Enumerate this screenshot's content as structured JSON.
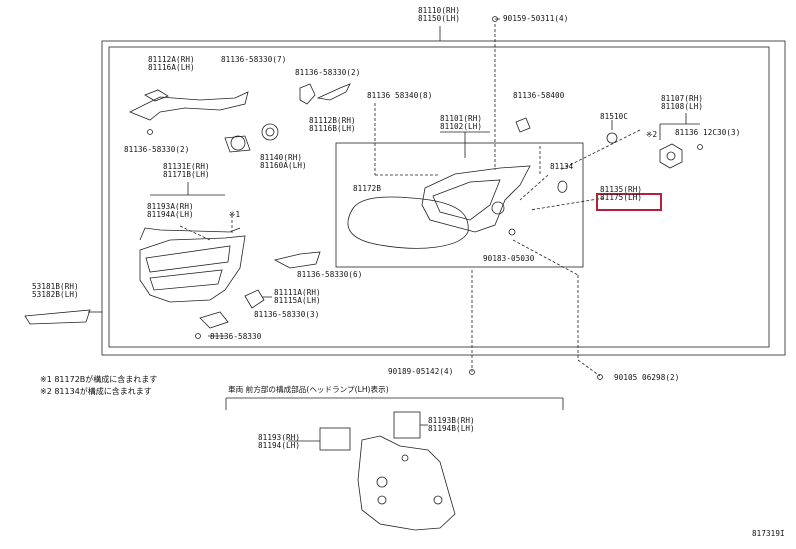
{
  "labels": {
    "p81110": "81110(RH)",
    "p81150": "81150(LH)",
    "p90159": "90159-50311(4)",
    "p81112a": "81112A(RH)",
    "p81116a": "81116A(LH)",
    "p81136_7": "81136-58330(7)",
    "p81136_2a": "81136-58330(2)",
    "p81136_8": "81136 58340(8)",
    "p81136_58400": "81136-58400",
    "p81107": "81107(RH)",
    "p81108": "81108(LH)",
    "p81510c": "81510C",
    "p81112b": "81112B(RH)",
    "p81116b": "81116B(LH)",
    "p81101": "81101(RH)",
    "p81102": "81102(LH)",
    "p81136_2b": "81136-58330(2)",
    "p81140": "81140(RH)",
    "p81160a": "81160A(LH)",
    "pmark2": "※2",
    "p81136_12c30": "81136  12C30(3)",
    "p81131e": "81131E(RH)",
    "p81171b": "81171B(LH)",
    "p81172b": "81172B",
    "p81134": "81134",
    "p81135": "81135(RH)",
    "p81175": "81175(LH)",
    "p81193a": "81193A(RH)",
    "p81194a": "81194A(LH)",
    "pmark1": "※1",
    "p90183": "90183-05030",
    "p81136_6": "81136-58330(6)",
    "p53181b": "53181B(RH)",
    "p53182b": "53182B(LH)",
    "p81111a": "81111A(RH)",
    "p81115a": "81115A(LH)",
    "p81136_3": "81136-58330(3)",
    "p81136_58330": "81136-58330",
    "p90189": "90189-05142(4)",
    "p90105": "90105 06298(2)",
    "p81193b": "81193B(RH)",
    "p81194b": "81194B(LH)",
    "p81193": "81193(RH)",
    "p81194": "81194(LH)",
    "figno": "817319I"
  },
  "notes": {
    "n1": "※1 81172Bが構成に含まれます",
    "n2": "※2 81134が構成に含まれます",
    "subheader": "車両 前方部の構成部品(ヘッドランプ(LH)表示)"
  },
  "colors": {
    "line": "#222222",
    "highlight": "#b0233a"
  }
}
